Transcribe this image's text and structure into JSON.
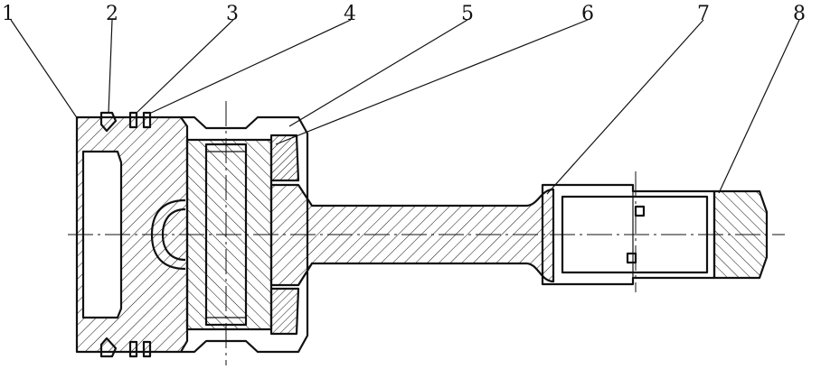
{
  "callouts": [
    {
      "id": 1,
      "label": "1"
    },
    {
      "id": 2,
      "label": "2"
    },
    {
      "id": 3,
      "label": "3"
    },
    {
      "id": 4,
      "label": "4"
    },
    {
      "id": 5,
      "label": "5"
    },
    {
      "id": 6,
      "label": "6"
    },
    {
      "id": 7,
      "label": "7"
    },
    {
      "id": 8,
      "label": "8"
    }
  ],
  "colors": {
    "line": "#111111",
    "background": "#ffffff"
  }
}
